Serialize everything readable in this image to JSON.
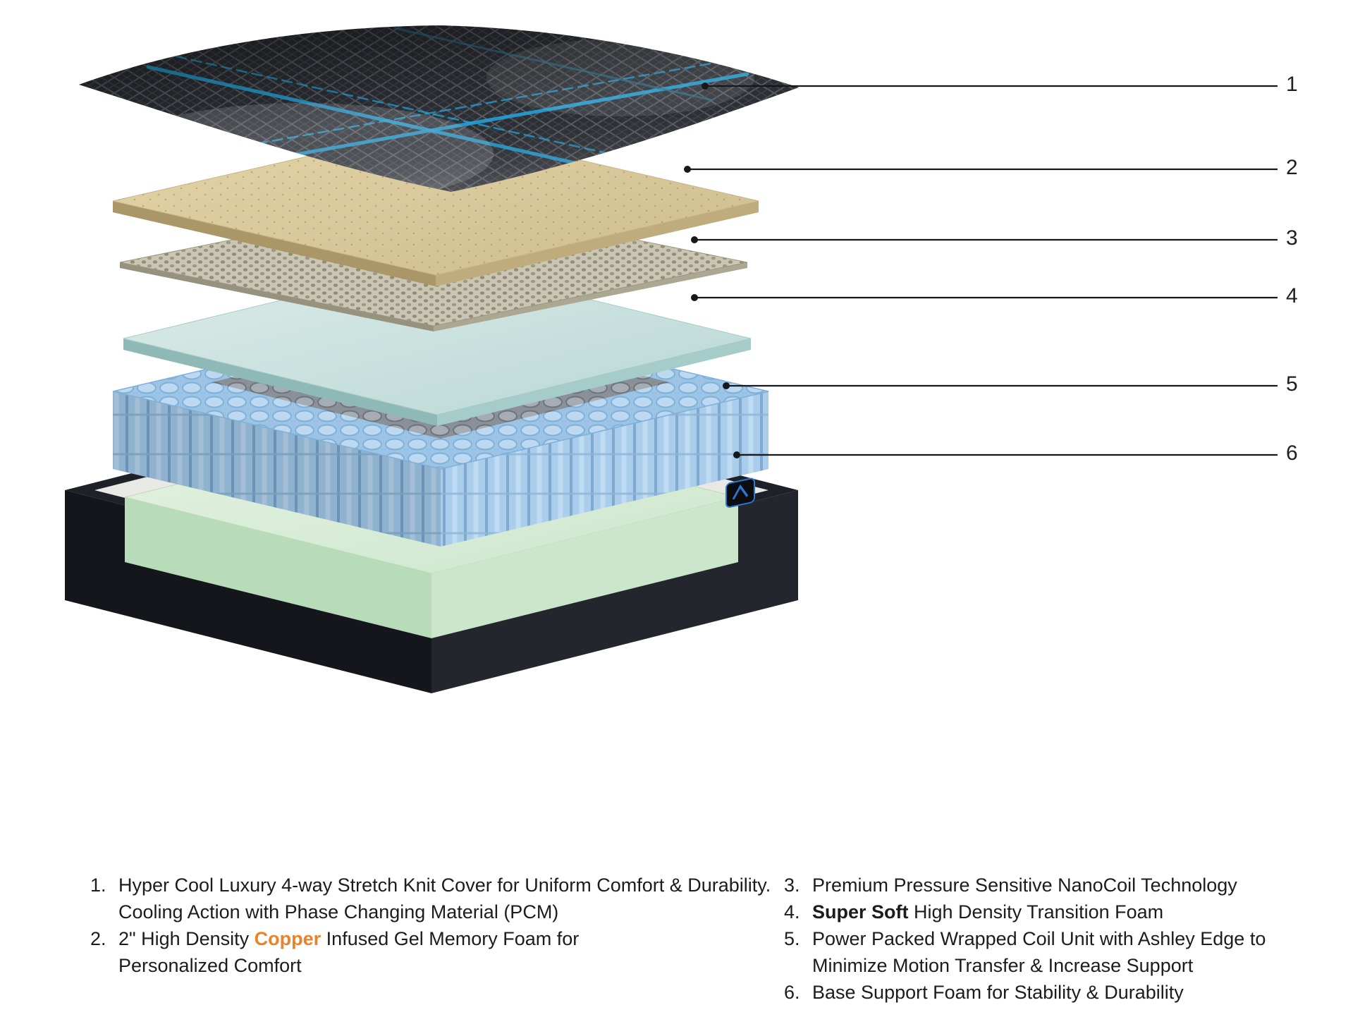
{
  "callouts": [
    "1",
    "2",
    "3",
    "4",
    "5",
    "6"
  ],
  "colors": {
    "copper_text": "#e8832a",
    "accent_blue": "#23a3d8",
    "coil_blue": "#9cc3e4",
    "foam_tan": "#d9c89b",
    "foam_mint": "#cfe4e2",
    "foam_green": "#d8ecd6",
    "base_dark": "#1e2127"
  },
  "legend": {
    "left": [
      {
        "num": "1.",
        "text": "Hyper Cool Luxury 4-way Stretch Knit Cover for Uniform Comfort & Durability. Cooling Action with Phase Changing Material (PCM)"
      },
      {
        "num": "2.",
        "pre": "2\" High Density ",
        "copper": "Copper",
        "post": " Infused Gel Memory Foam for Personalized Comfort"
      }
    ],
    "right": [
      {
        "num": "3.",
        "text": "Premium Pressure Sensitive NanoCoil Technology"
      },
      {
        "num": "4.",
        "bold": "Super Soft",
        "rest": " High Density Transition Foam"
      },
      {
        "num": "5.",
        "text": "Power Packed Wrapped Coil Unit with Ashley Edge to Minimize Motion Transfer & Increase Support"
      },
      {
        "num": "6.",
        "text": "Base Support Foam for Stability & Durability"
      }
    ]
  }
}
